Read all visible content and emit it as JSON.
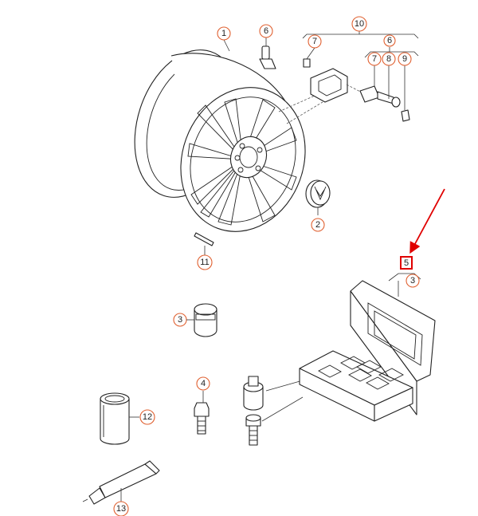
{
  "callouts": [
    {
      "id": "1",
      "label": "1"
    },
    {
      "id": "6a",
      "label": "6"
    },
    {
      "id": "10",
      "label": "10"
    },
    {
      "id": "7a",
      "label": "7"
    },
    {
      "id": "6b",
      "label": "6"
    },
    {
      "id": "7b",
      "label": "7"
    },
    {
      "id": "8",
      "label": "8"
    },
    {
      "id": "9",
      "label": "9"
    },
    {
      "id": "2",
      "label": "2"
    },
    {
      "id": "11",
      "label": "11"
    },
    {
      "id": "5",
      "label": "5"
    },
    {
      "id": "3a",
      "label": "3"
    },
    {
      "id": "3b",
      "label": "3"
    },
    {
      "id": "4",
      "label": "4"
    },
    {
      "id": "12",
      "label": "12"
    },
    {
      "id": "13",
      "label": "13"
    }
  ],
  "highlight": {
    "callout": "5",
    "color": "#e00000"
  },
  "accent_color": "#e06030"
}
